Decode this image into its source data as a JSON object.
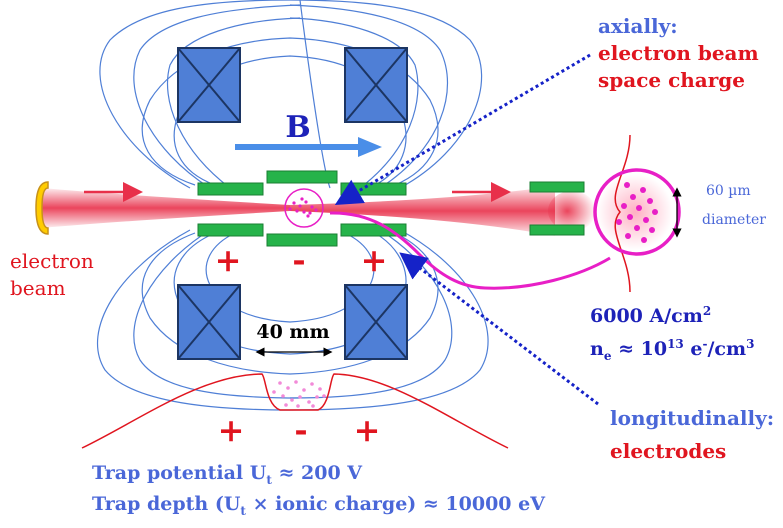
{
  "labels": {
    "b_field": "B",
    "electron_beam_line1": "electron",
    "electron_beam_line2": "beam",
    "axially_line1": "axially:",
    "axially_line2": "electron beam",
    "axially_line3": "space charge",
    "longitudinally_line1": "longitudinally:",
    "longitudinally_line2": "electrodes",
    "beam_size": "60 µm",
    "beam_size_label": "diameter",
    "distance": "40 mm",
    "current_density": "6000 A/cm",
    "current_density_exp": "2",
    "density_prefix": "n",
    "density_sub": "e",
    "density_approx": " ≈ 10",
    "density_exp": "13",
    "density_unit1": " e",
    "density_unit_sup": "-",
    "density_unit2": "/cm",
    "density_unit_exp": "3",
    "trap_potential_a": "Trap potential U",
    "trap_potential_sub": "t",
    "trap_potential_b": " ≈ 200 V",
    "trap_depth_a": "Trap depth (U",
    "trap_depth_sub": "t",
    "trap_depth_b": " × ionic charge) ≈ 10000 eV",
    "polarity_plus": "+",
    "polarity_minus": "-"
  },
  "colors": {
    "field_lines": "#4f7fd6",
    "coil_fill": "#4f7fd6",
    "coil_stroke": "#1c3563",
    "electrode": "#26b34a",
    "beam": "#e8304a",
    "red_text": "#e0151f",
    "blue_text": "#1d22b8",
    "label_blue": "#4a67d8",
    "magenta": "#e81fc6",
    "arrow_b": "#4a8ee8",
    "dotted_arrow": "#1522c8",
    "cathode": "#ffcc00"
  }
}
